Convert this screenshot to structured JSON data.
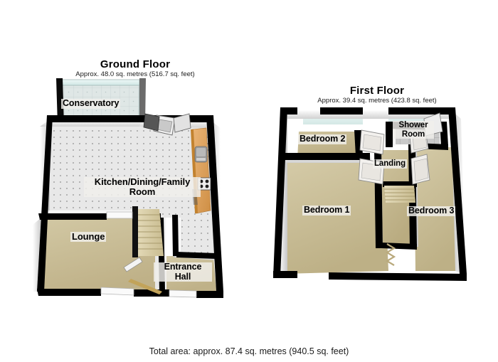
{
  "document": {
    "type": "floor-plan",
    "total_area_text": "Total area: approx. 87.4 sq. metres (940.5 sq. feet)"
  },
  "floors": [
    {
      "id": "ground-floor",
      "title": "Ground Floor",
      "subtitle": "Approx. 48.0 sq. metres (516.7 sq. feet)",
      "rooms": [
        {
          "id": "conservatory",
          "label": "Conservatory"
        },
        {
          "id": "kitchen",
          "label": "Kitchen/Dining/Family\nRoom"
        },
        {
          "id": "lounge",
          "label": "Lounge"
        },
        {
          "id": "entrance-hall",
          "label": "Entrance\nHall"
        }
      ]
    },
    {
      "id": "first-floor",
      "title": "First Floor",
      "subtitle": "Approx. 39.4 sq. metres (423.8 sq. feet)",
      "rooms": [
        {
          "id": "bedroom-2",
          "label": "Bedroom 2"
        },
        {
          "id": "shower-room",
          "label": "Shower\nRoom"
        },
        {
          "id": "landing",
          "label": "Landing"
        },
        {
          "id": "bedroom-1",
          "label": "Bedroom 1"
        },
        {
          "id": "bedroom-3",
          "label": "Bedroom 3"
        }
      ]
    }
  ],
  "colors": {
    "wall_outline": "#000000",
    "wall_face": "#f2f2f2",
    "wall_face_shadow": "#cfcfcf",
    "carpet": "#c9bd95",
    "carpet_dark": "#bcae84",
    "tile_floor": "#e4e4e4",
    "conservatory_glass": "#dff0ee",
    "kitchen_unit": "#e0a158",
    "stairs": "#d9cfa9",
    "label_bg": "#f0efec",
    "background": "#ffffff"
  }
}
